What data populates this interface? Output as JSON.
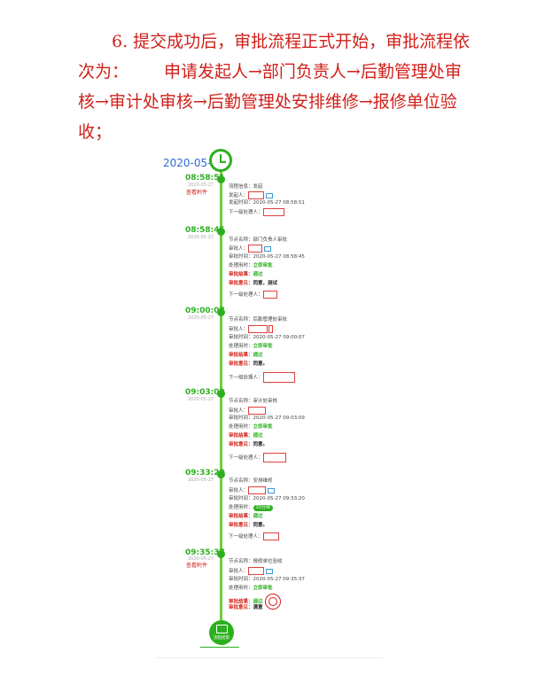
{
  "paragraph": {
    "line1": "6. 提交成功后，审批流程正式开始，审批流程依",
    "line2a": "次为：",
    "line2b": "申请发起人→部门负责人→后勤管理处审",
    "line3": "核→审计处审核→后勤管理处安排维修→报修单位验",
    "line4": "收；"
  },
  "timeline": {
    "date": "2020-05-27",
    "end_label": "流程结束",
    "entries": [
      {
        "time": "08:58:51",
        "date": "2020-05-27",
        "link": "查看附件",
        "rows": [
          {
            "label": "流程信息：",
            "value": "发起"
          },
          {
            "label": "发起人：",
            "value": ""
          },
          {
            "label": "发起时间：",
            "value": "2020-05-27 08:58:51"
          },
          {
            "label": "下一级处理人：",
            "value": ""
          }
        ]
      },
      {
        "time": "08:58:45",
        "date": "2020-05-27",
        "link": "",
        "rows": [
          {
            "label": "节点名称：",
            "value": "部门负责人审批"
          },
          {
            "label": "审批人：",
            "value": ""
          },
          {
            "label": "审批时间：",
            "value": "2020-05-27 08:58:45"
          },
          {
            "label": "处理用时：",
            "value": "立即审批"
          },
          {
            "label": "审批结果：",
            "value": "通过"
          },
          {
            "label": "审批意见：",
            "value": "同意，测试"
          },
          {
            "label": "下一级处理人：",
            "value": ""
          }
        ]
      },
      {
        "time": "09:00:07",
        "date": "2020-05-27",
        "link": "",
        "rows": [
          {
            "label": "节点名称：",
            "value": "后勤管理处审批"
          },
          {
            "label": "审批人：",
            "value": ""
          },
          {
            "label": "审批时间：",
            "value": "2020-05-27 09:00:07"
          },
          {
            "label": "处理用时：",
            "value": "立即审批"
          },
          {
            "label": "审批结果：",
            "value": "通过"
          },
          {
            "label": "审批意见：",
            "value": "同意。"
          },
          {
            "label": "下一级处理人：",
            "value": ""
          }
        ]
      },
      {
        "time": "09:03:09",
        "date": "2020-05-27",
        "link": "",
        "rows": [
          {
            "label": "节点名称：",
            "value": "审计处审核"
          },
          {
            "label": "审批人：",
            "value": ""
          },
          {
            "label": "审批时间：",
            "value": "2020-05-27 09:03:09"
          },
          {
            "label": "处理用时：",
            "value": "立即审批"
          },
          {
            "label": "审批结果：",
            "value": "通过"
          },
          {
            "label": "审批意见：",
            "value": "同意。"
          },
          {
            "label": "下一级处理人：",
            "value": ""
          }
        ]
      },
      {
        "time": "09:33:20",
        "date": "2020-05-27",
        "link": "",
        "rows": [
          {
            "label": "节点名称：",
            "value": "安排维修"
          },
          {
            "label": "审批人：",
            "value": ""
          },
          {
            "label": "审批时间：",
            "value": "2020-05-27 09:33:20"
          },
          {
            "label": "处理用时：",
            "value": "30分钟"
          },
          {
            "label": "审批结果：",
            "value": "通过"
          },
          {
            "label": "审批意见：",
            "value": "同意。"
          },
          {
            "label": "下一级处理人：",
            "value": ""
          }
        ]
      },
      {
        "time": "09:35:37",
        "date": "2020-05-27",
        "link": "查看附件",
        "rows": [
          {
            "label": "节点名称：",
            "value": "报修单位验收"
          },
          {
            "label": "审批人：",
            "value": ""
          },
          {
            "label": "审批时间：",
            "value": "2020-05-27 09:35:37"
          },
          {
            "label": "处理用时：",
            "value": "立即审批"
          },
          {
            "label": "审批结果：",
            "value": "通过"
          },
          {
            "label": "审批意见：",
            "value": "满意"
          }
        ]
      }
    ]
  }
}
